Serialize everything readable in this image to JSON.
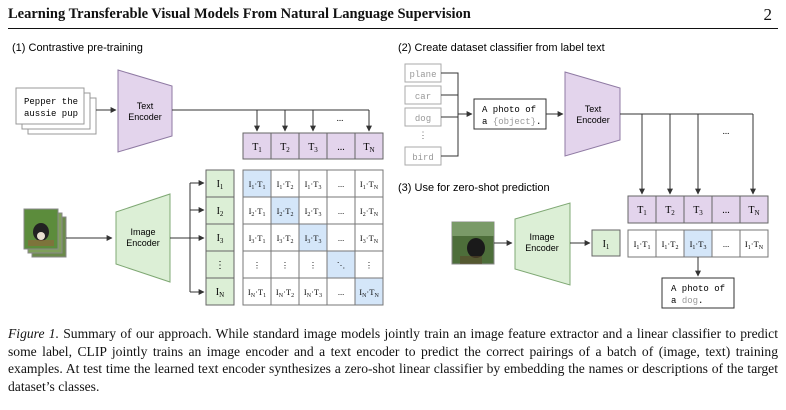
{
  "header": {
    "title": "Learning Transferable Visual Models From Natural Language Supervision",
    "page_number": "2"
  },
  "figure": {
    "section1_label": "(1) Contrastive pre-training",
    "section2_label": "(2) Create dataset classifier from label text",
    "section3_label": "(3) Use for zero-shot prediction",
    "text_input_line1": "Pepper the",
    "text_input_line2": "aussie pup",
    "text_encoder": [
      "Text",
      "Encoder"
    ],
    "image_encoder": [
      "Image",
      "Encoder"
    ],
    "labels": [
      "plane",
      "car",
      "dog",
      "⋮",
      "bird"
    ],
    "template_line1": "A photo of",
    "template_line2a": "a ",
    "template_line2b": "{object}",
    "template_line2c": ".",
    "prediction_line1": "A photo of",
    "prediction_line2a": "a ",
    "prediction_line2b": "dog",
    "prediction_line2c": ".",
    "ellipsis": "...",
    "colors": {
      "text_feature": "#e3d4ec",
      "image_feature": "#dcefd6",
      "highlight": "#d4e6f9",
      "encoder_text": "#e3d4ec",
      "encoder_image": "#dcefd6"
    }
  },
  "caption": {
    "label": "Figure 1.",
    "text": " Summary of our approach. While standard image models jointly train an image feature extractor and a linear classifier to predict some label, CLIP jointly trains an image encoder and a text encoder to predict the correct pairings of a batch of (image, text) training examples. At test time the learned text encoder synthesizes a zero-shot linear classifier by embedding the names or descriptions of the target dataset’s classes."
  }
}
